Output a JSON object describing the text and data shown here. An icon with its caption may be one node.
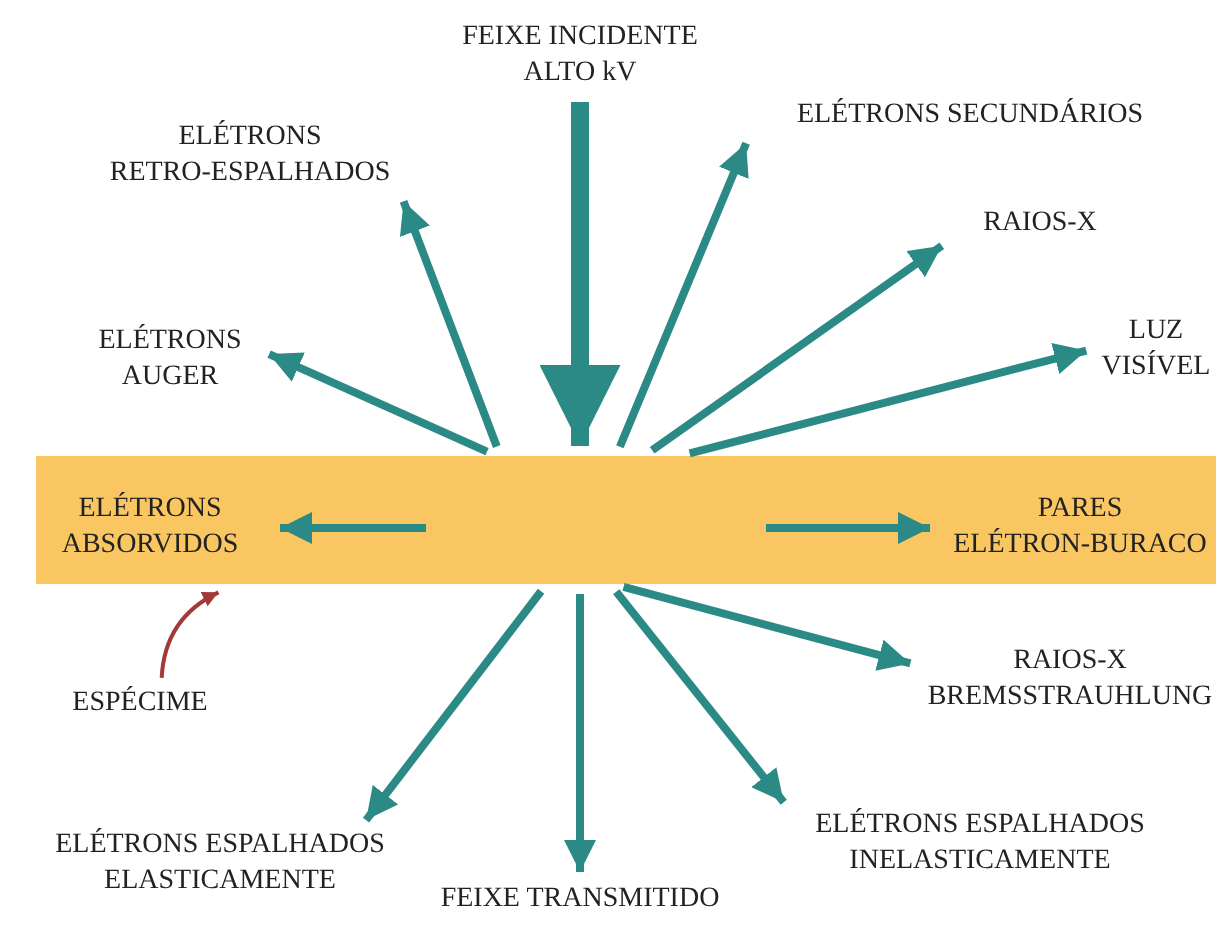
{
  "diagram": {
    "nodes": [
      {
        "text": [
          "FEIXE INCIDENTE ALTO kV"
        ]
      },
      {
        "text": [
          "ELÉTRONS RETRO-ESPALHADOS"
        ]
      },
      {
        "text": [
          "ELÉTRONS SECUNDÁRIOS"
        ]
      },
      {
        "text": [
          "RAIOS-X"
        ]
      },
      {
        "text": [
          "ELÉTRONS AUGER"
        ]
      },
      {
        "text": [
          "LUZ VISÍVEL"
        ]
      },
      {
        "text": [],
        "shape": "bar"
      },
      {
        "text": [
          "ELÉTRONS ABSORVIDOS"
        ],
        "in": 6
      },
      {
        "text": [
          "PARES ELÉTRON-BURACO"
        ],
        "in": 6
      },
      {
        "text": [
          "ESPÉCIME"
        ]
      },
      {
        "text": [
          "RAIOS-X BREMSSTRAUHLUNG"
        ]
      },
      {
        "text": [
          "ELÉTRONS ESPALHADOS ELASTICAMENTE"
        ]
      },
      {
        "text": [
          "ELÉTRONS ESPALHADOS INELASTICAMENTE"
        ]
      },
      {
        "text": [
          "FEIXE TRANSMITIDO"
        ]
      }
    ],
    "edges": [
      {
        "from": 0,
        "to": 6,
        "arrow": "to",
        "style": "thick"
      },
      {
        "from": 6,
        "to": 1,
        "arrow": "to"
      },
      {
        "from": 6,
        "to": 2,
        "arrow": "to"
      },
      {
        "from": 6,
        "to": 3,
        "arrow": "to"
      },
      {
        "from": 6,
        "to": 4,
        "arrow": "to"
      },
      {
        "from": 6,
        "to": 5,
        "arrow": "to"
      },
      {
        "from": null,
        "to": 7,
        "arrow": "to"
      },
      {
        "from": null,
        "to": 8,
        "arrow": "to"
      },
      {
        "from": 9,
        "to": 6,
        "arrow": "to",
        "color": "#a33a3a"
      },
      {
        "from": 6,
        "to": 10,
        "arrow": "to"
      },
      {
        "from": 6,
        "to": 11,
        "arrow": "to"
      },
      {
        "from": 6,
        "to": 12,
        "arrow": "to"
      },
      {
        "from": 6,
        "to": 13,
        "arrow": "to"
      }
    ]
  }
}
